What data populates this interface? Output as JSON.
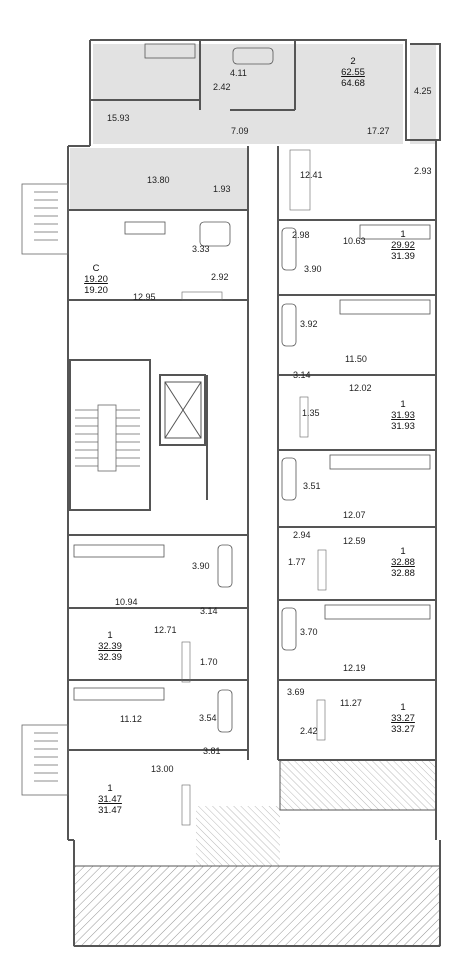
{
  "colors": {
    "wall": "#5a5a5a",
    "highlight": "#e2e2e2",
    "hatch": "#7a7a7a",
    "fixture": "#444444"
  },
  "apartments": {
    "apt_2": {
      "rooms": "2",
      "living": "62.55",
      "total": "64.68"
    },
    "apt_c": {
      "rooms": "С",
      "living": "19.20",
      "total": "19.20"
    },
    "apt_r1": {
      "rooms": "1",
      "living": "29.92",
      "total": "31.39"
    },
    "apt_r2": {
      "rooms": "1",
      "living": "31.93",
      "total": "31.93"
    },
    "apt_r3": {
      "rooms": "1",
      "living": "32.88",
      "total": "32.88"
    },
    "apt_r4": {
      "rooms": "1",
      "living": "33.27",
      "total": "33.27"
    },
    "apt_l1": {
      "rooms": "1",
      "living": "32.39",
      "total": "32.39"
    },
    "apt_l2": {
      "rooms": "1",
      "living": "31.47",
      "total": "31.47"
    }
  },
  "areas": {
    "a4_11": "4.11",
    "a2_42_top": "2.42",
    "a15_93": "15.93",
    "a7_09": "7.09",
    "a17_27": "17.27",
    "a4_25": "4.25",
    "a13_80": "13.80",
    "a1_93": "1.93",
    "a12_41": "12.41",
    "a2_93": "2.93",
    "a2_98": "2.98",
    "a10_63": "10.63",
    "a3_90_r": "3.90",
    "a3_33": "3.33",
    "a2_92": "2.92",
    "a12_95": "12.95",
    "a3_92": "3.92",
    "a11_50": "11.50",
    "a3_14_r": "3.14",
    "a12_02": "12.02",
    "a1_35": "1.35",
    "a3_51": "3.51",
    "a12_07": "12.07",
    "a2_94": "2.94",
    "a12_59": "12.59",
    "a1_77": "1.77",
    "a3_90_l": "3.90",
    "a10_94": "10.94",
    "a3_14_l": "3.14",
    "a12_71": "12.71",
    "a1_70": "1.70",
    "a3_70": "3.70",
    "a12_19": "12.19",
    "a3_69": "3.69",
    "a11_27": "11.27",
    "a2_42_bot": "2.42",
    "a11_12": "11.12",
    "a3_54": "3.54",
    "a3_81": "3.81",
    "a13_00": "13.00"
  }
}
